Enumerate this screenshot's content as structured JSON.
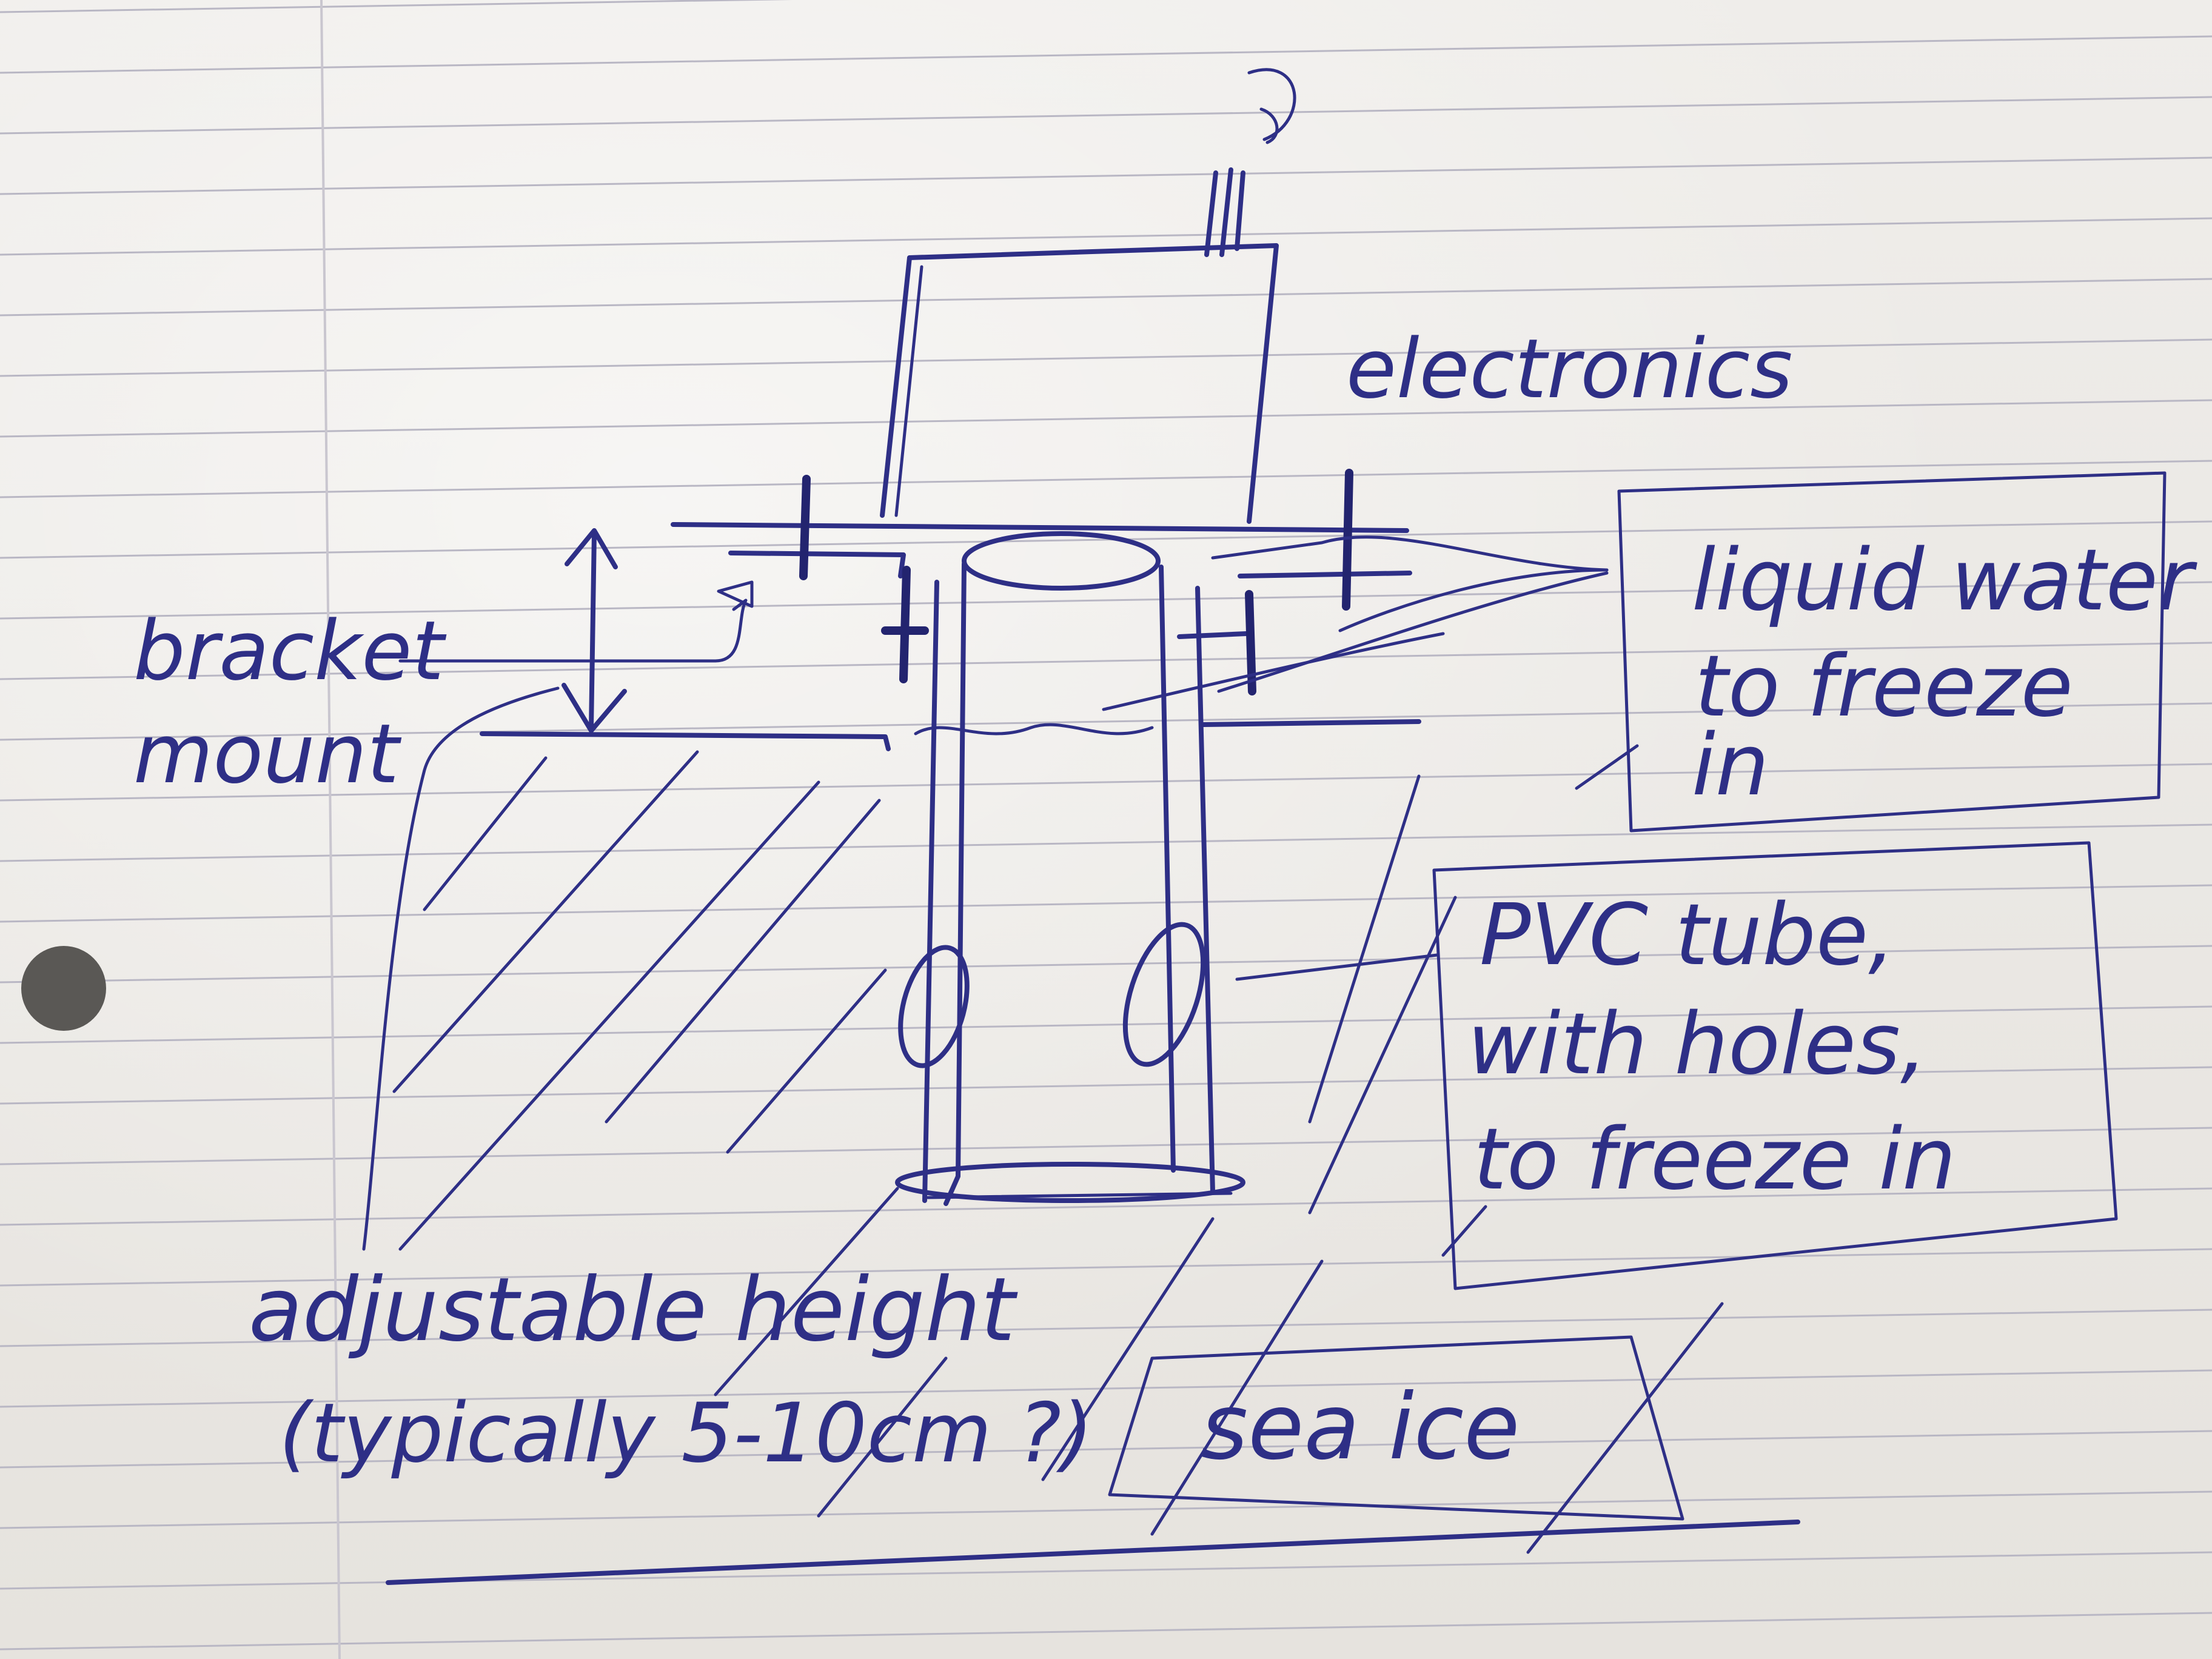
{
  "labels": {
    "electronics": "electronics",
    "bracket_line1": "bracket",
    "bracket_line2": "mount",
    "water_line1": "liquid water",
    "water_line2": "to freeze",
    "water_line3": "in",
    "pvc_line1": "PVC tube,",
    "pvc_line2": "with holes,",
    "pvc_line3": "to freeze in",
    "height_line1": "adjustable height",
    "height_line2": "(typically 5-10cm ?)",
    "sea_ice": "sea ice",
    "question_mark": "?"
  },
  "colors": {
    "ink": "#2e2f86",
    "paper": "#efedea",
    "rule": "#b9b7c4"
  }
}
